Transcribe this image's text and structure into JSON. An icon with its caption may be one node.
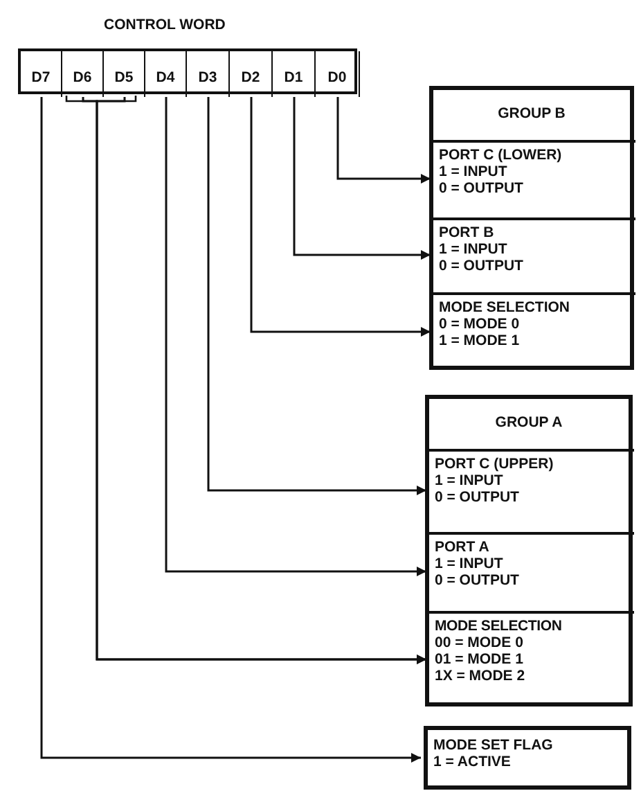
{
  "diagram": {
    "nodes": [
      {
        "text": [
          "CONTROL WORD"
        ]
      },
      {
        "text": [
          "D7"
        ],
        "in": 0
      },
      {
        "text": [
          "D6"
        ],
        "in": 0
      },
      {
        "text": [
          "D5"
        ],
        "in": 0
      },
      {
        "text": [
          "D4"
        ],
        "in": 0
      },
      {
        "text": [
          "D3"
        ],
        "in": 0
      },
      {
        "text": [
          "D2"
        ],
        "in": 0
      },
      {
        "text": [
          "D1"
        ],
        "in": 0
      },
      {
        "text": [
          "D0"
        ],
        "in": 0
      },
      {
        "text": [
          "GROUP B"
        ]
      },
      {
        "text": [
          "PORT C (LOWER)",
          "1 = INPUT",
          "0 = OUTPUT"
        ],
        "in": 9
      },
      {
        "text": [
          "PORT B",
          "1 = INPUT",
          "0 = OUTPUT"
        ],
        "in": 9
      },
      {
        "text": [
          "MODE SELECTION",
          "0 = MODE 0",
          "1 = MODE 1"
        ],
        "in": 9
      },
      {
        "text": [
          "GROUP A"
        ]
      },
      {
        "text": [
          "PORT C (UPPER)",
          "1 = INPUT",
          "0 = OUTPUT"
        ],
        "in": 13
      },
      {
        "text": [
          "PORT A",
          "1 = INPUT",
          "0 = OUTPUT"
        ],
        "in": 13
      },
      {
        "text": [
          "MODE SELECTION",
          "00 = MODE 0",
          "01 = MODE 1",
          "1X = MODE 2"
        ],
        "in": 13
      },
      {
        "text": [
          "MODE SET FLAG",
          "1 = ACTIVE"
        ]
      }
    ],
    "edges": [
      {
        "from": 8,
        "to": 10,
        "arrow": "to"
      },
      {
        "from": 7,
        "to": 11,
        "arrow": "to"
      },
      {
        "from": 6,
        "to": 12,
        "arrow": "to"
      },
      {
        "from": 5,
        "to": 14,
        "arrow": "to"
      },
      {
        "from": 4,
        "to": 15,
        "arrow": "to"
      },
      {
        "from": 2,
        "to": 16,
        "arrow": "to"
      },
      {
        "from": 3,
        "to": 16,
        "arrow": "to"
      },
      {
        "from": 1,
        "to": 17,
        "arrow": "to"
      }
    ]
  }
}
